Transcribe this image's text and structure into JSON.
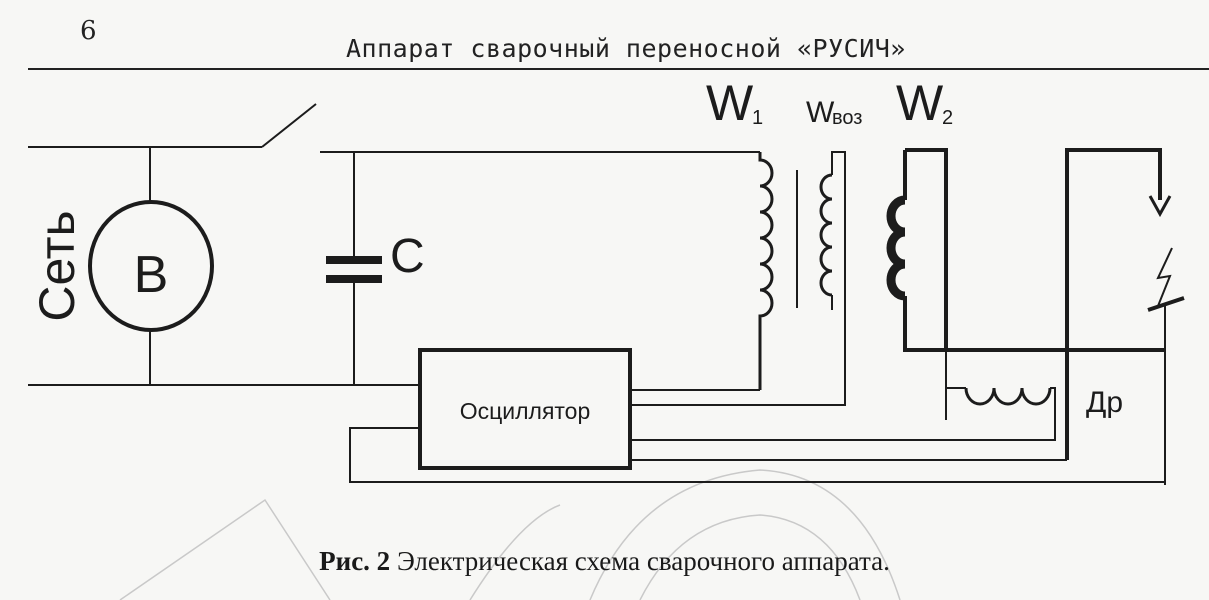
{
  "page": {
    "number": "6",
    "header_title": "Аппарат сварочный переносной «РУСИЧ»"
  },
  "diagram": {
    "network_label": "Сеть",
    "switch_meter_label": "В",
    "capacitor_label": "С",
    "winding_w1": {
      "letter": "W",
      "sub": "1"
    },
    "winding_wvoz": {
      "letter": "W",
      "sub": "воз"
    },
    "winding_w2": {
      "letter": "W",
      "sub": "2"
    },
    "oscillator_label": "Осциллятор",
    "choke_label": "Др"
  },
  "caption": {
    "figure_number": "Рис. 2",
    "text": " Электрическая схема сварочного аппарата."
  }
}
